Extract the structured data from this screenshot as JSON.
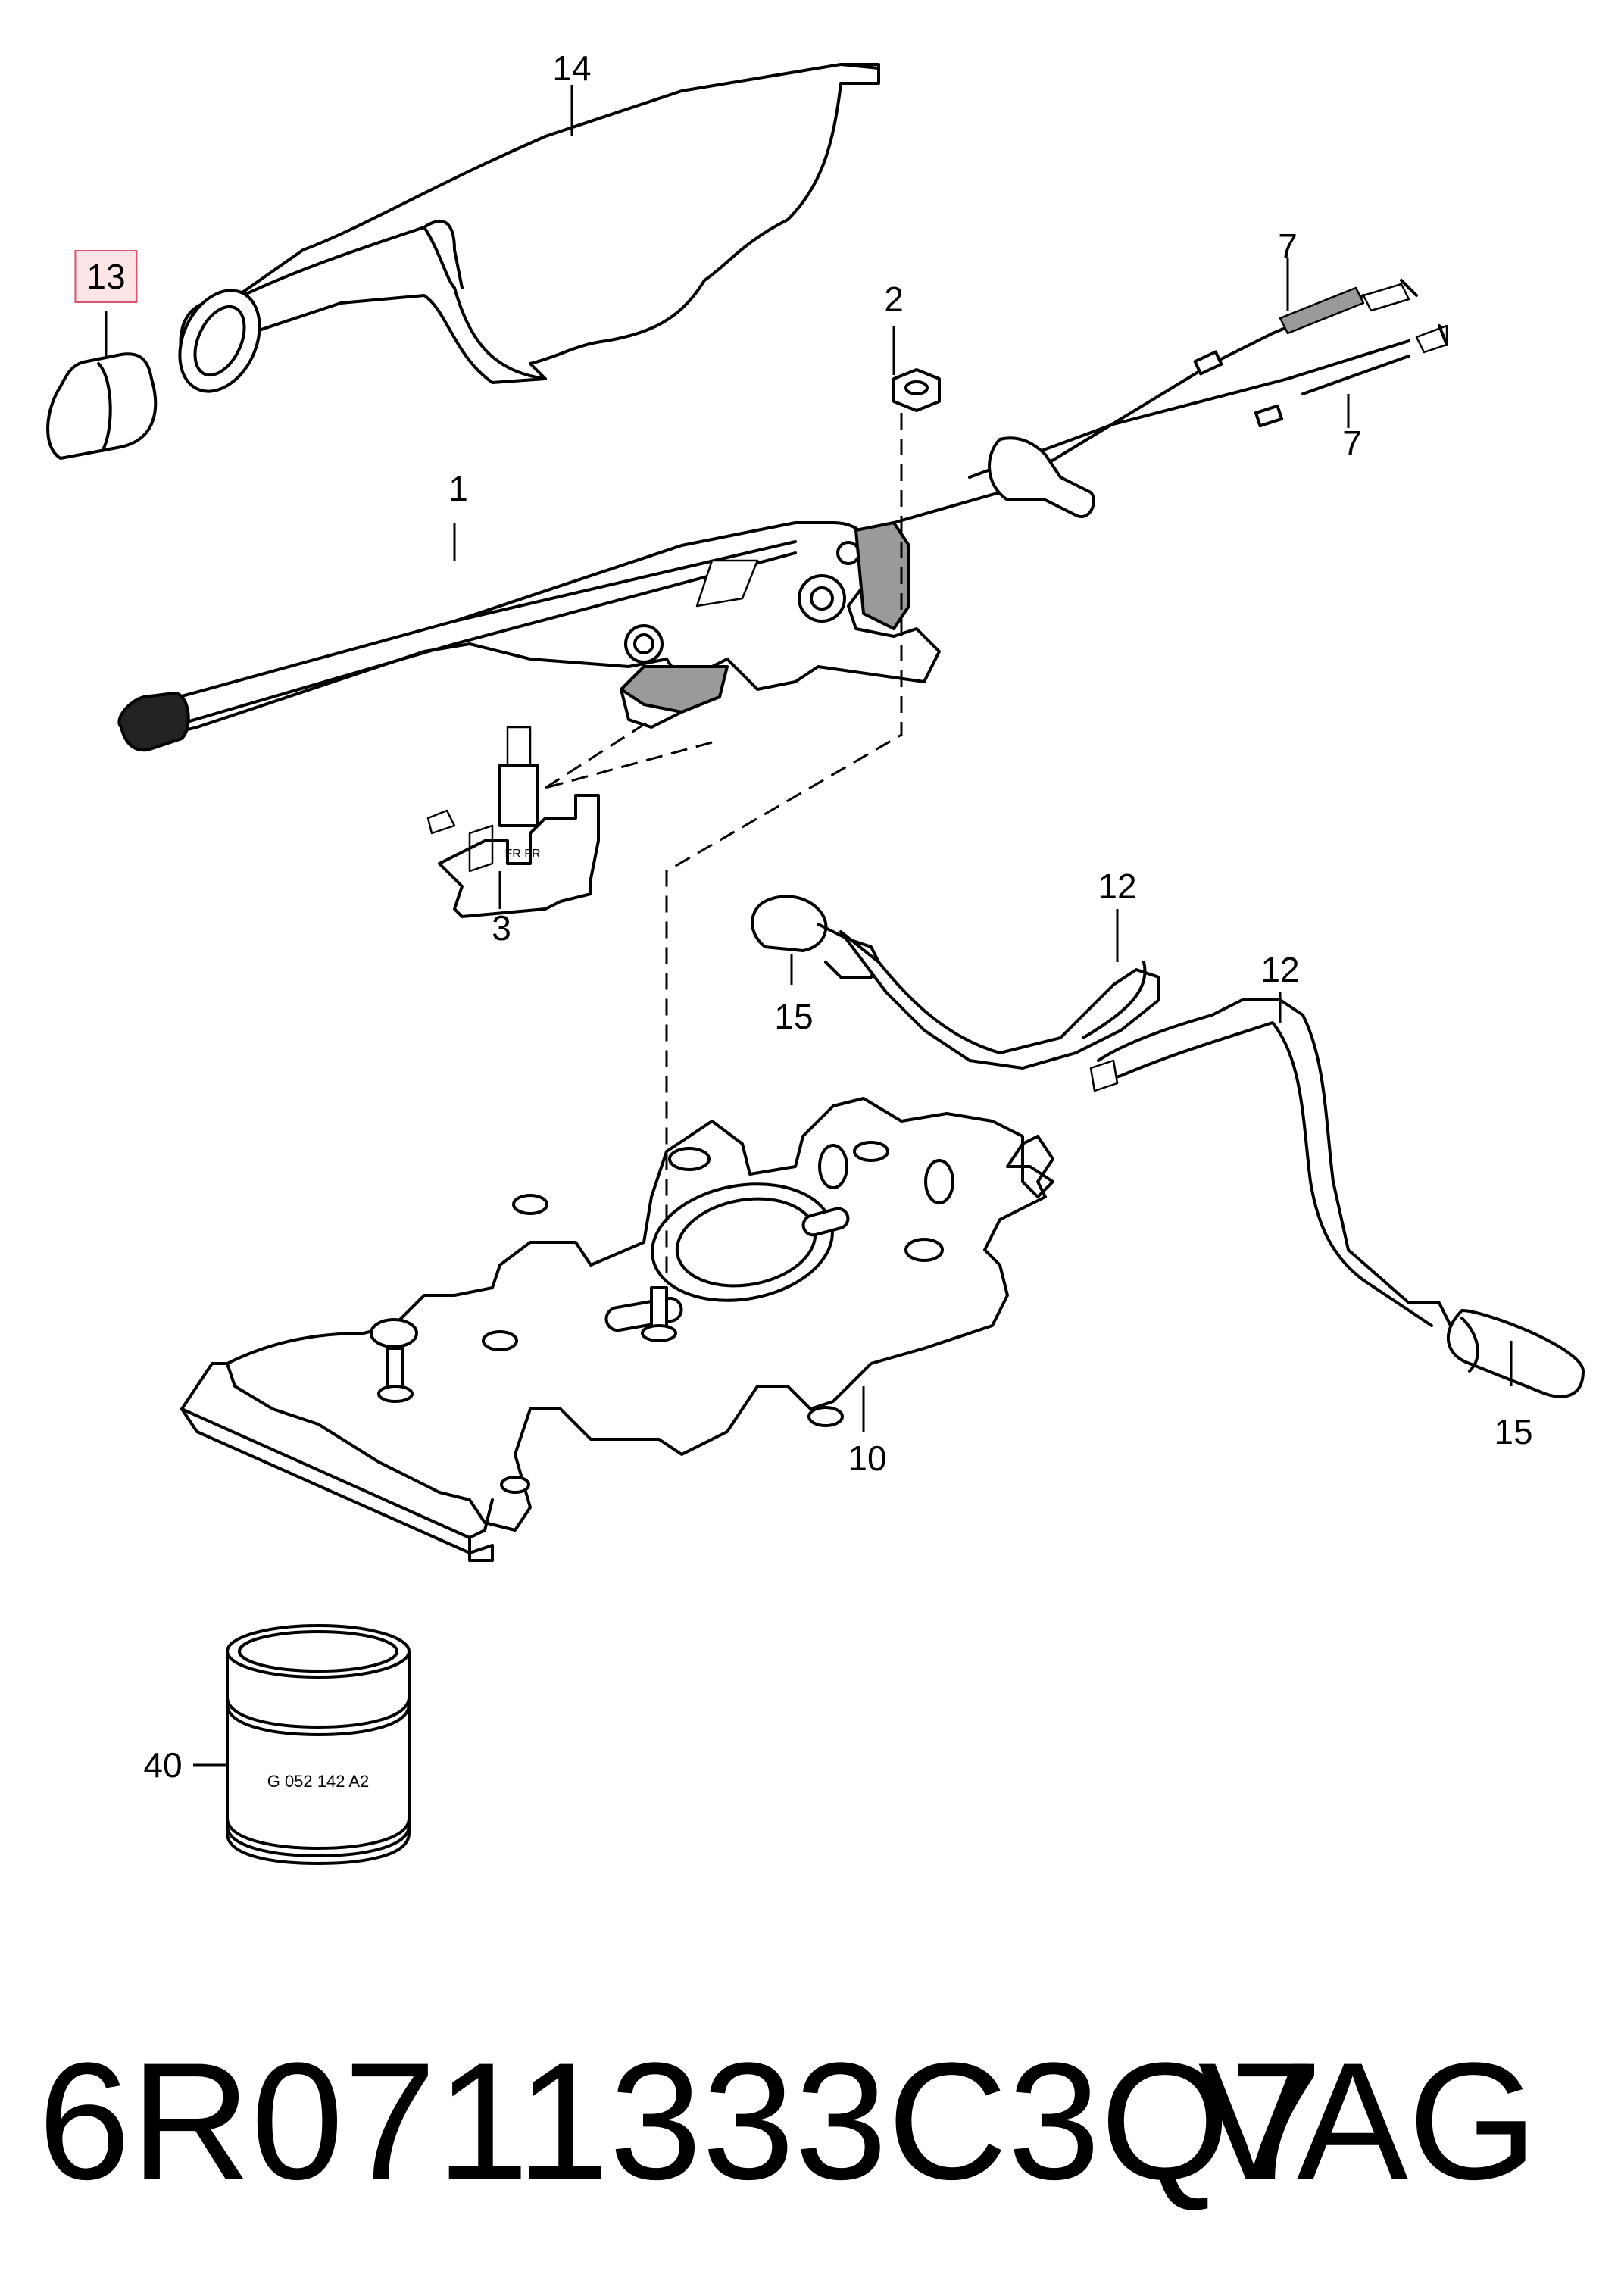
{
  "callouts": {
    "c1": "1",
    "c2": "2",
    "c3": "3",
    "c7a": "7",
    "c7b": "7",
    "c10": "10",
    "c12a": "12",
    "c12b": "12",
    "c13": "13",
    "c14": "14",
    "c15a": "15",
    "c15b": "15",
    "c40": "40"
  },
  "highlight_color": "#fde4e6",
  "highlighted_callout": "13",
  "sleeve_stamp": "G 052 142 A2",
  "switch_marks": {
    "a": "FR FR"
  },
  "footer": {
    "part_number": "6R0711333C3Q7",
    "brand": "VAG"
  }
}
